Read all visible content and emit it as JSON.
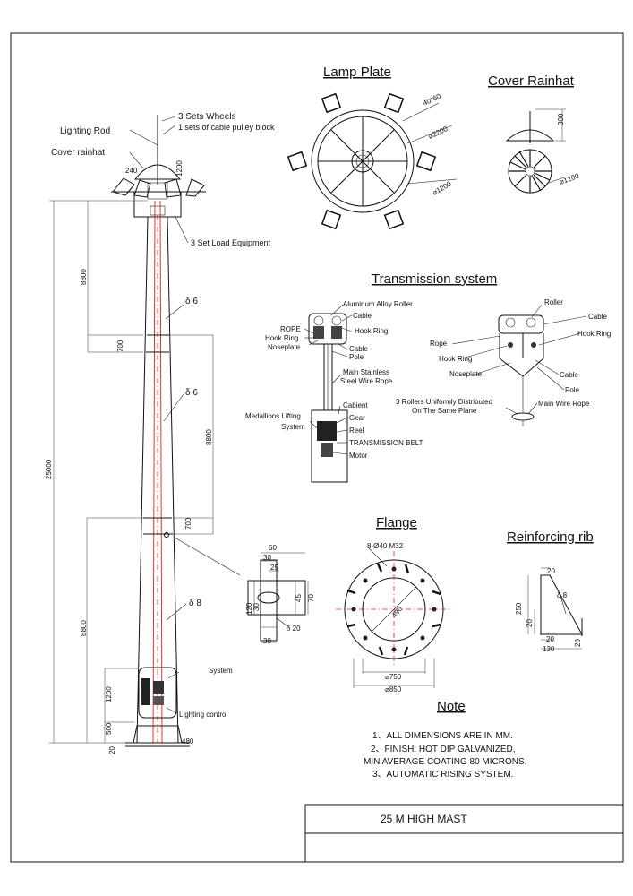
{
  "headings": {
    "lamp_plate": "Lamp Plate",
    "cover_rainhat": "Cover Rainhat",
    "transmission": "Transmission system",
    "flange": "Flange",
    "reinforcing_rib": "Reinforcing rib",
    "note": "Note"
  },
  "mast_labels": {
    "three_wheels": "3 Sets Wheels",
    "pulley_block": "1 sets of cable pulley block",
    "lighting_rod": "Lighting Rod",
    "cover_rainhat": "Cover rainhat",
    "load_equipment": "3 Set Load Equipment",
    "system": "System",
    "lighting_control": "Lighting control"
  },
  "mast_dims": {
    "d240": "240",
    "d1200_top": "1200",
    "d8800_a": "8800",
    "d700_a": "700",
    "d8800_b": "8800",
    "d700_b": "700",
    "d8800_c": "8800",
    "d1200_b": "1200",
    "d500": "500",
    "d20": "20",
    "d480": "480",
    "d25000": "25000",
    "delta6_a": "δ 6",
    "delta6_b": "δ 6",
    "delta8": "δ 8"
  },
  "lamp_plate_dims": {
    "d4060": "40*60",
    "d2200": "⌀2200",
    "d1200": "⌀1200"
  },
  "rainhat_dims": {
    "d300": "300",
    "d1200": "⌀1200"
  },
  "transmission_left": {
    "aluminum_roller": "Aluminum Alloy Roller",
    "rope": "ROPE",
    "cable": "Cable",
    "hook_ring_l": "Hook Ring",
    "hook_ring_r": "Hook Ring",
    "noseplate": "Noseplate",
    "cable2": "Cable",
    "pole": "Pole",
    "main_stainless": "Main Stainless",
    "steel_wire_rope": "Steel Wire Rope",
    "cabient": "Cabient",
    "medallions": "Medallions Lifting",
    "system": "System",
    "gear": "Gear",
    "reel": "Reel",
    "belt": "TRANSMISSION BELT",
    "motor": "Motor"
  },
  "transmission_right": {
    "roller": "Roller",
    "cable": "Cable",
    "rope": "Rope",
    "hook_ring_l": "Hook Ring",
    "hook_ring_r": "Hook Ring",
    "noseplate": "Noseplate",
    "cable2": "Cable",
    "pole": "Pole",
    "rollers_note1": "3 Rollers Uniformly Distributed",
    "rollers_note2": "On The Same Plane",
    "main_wire_rope": "Main Wire Rope"
  },
  "joint_dims": {
    "d60": "60",
    "d30a": "30",
    "d25": "25",
    "d45": "45",
    "d70": "70",
    "d120": "120",
    "d30b": "30",
    "delta20": "δ 20",
    "d30c": "30"
  },
  "flange_dims": {
    "holes": "8-Ø40 M32",
    "inner": "490",
    "d750": "⌀750",
    "d850": "⌀850"
  },
  "rib_dims": {
    "d20a": "20",
    "delta8": "δ 8",
    "d250": "250",
    "d20b": "20",
    "d20c": "20",
    "d130": "130",
    "d20d": "20"
  },
  "notes": [
    "1、ALL DIMENSIONS ARE IN MM.",
    "2、FINISH: HOT DIP GALVANIZED,",
    "MIN AVERAGE COATING 80 MICRONS.",
    "3、AUTOMATIC RISING SYSTEM."
  ],
  "title_block": {
    "title": "25 M  HIGH MAST"
  }
}
